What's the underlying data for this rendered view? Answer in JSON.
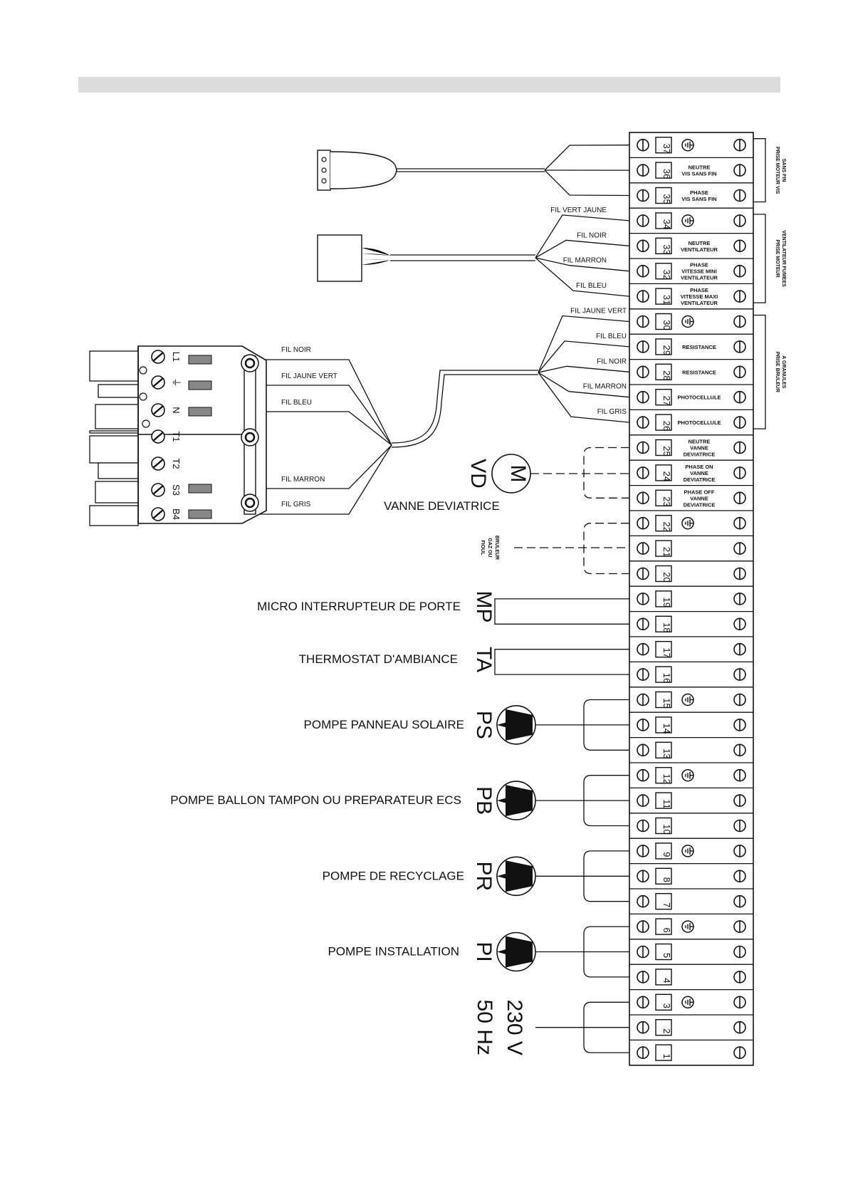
{
  "terminals": [
    {
      "n": "37",
      "earth": true,
      "desc": []
    },
    {
      "n": "36",
      "earth": false,
      "desc": [
        "NEUTRE",
        "VIS SANS FIN"
      ]
    },
    {
      "n": "35",
      "earth": false,
      "desc": [
        "PHASE",
        "VIS SANS FIN"
      ]
    },
    {
      "n": "34",
      "earth": true,
      "desc": []
    },
    {
      "n": "33",
      "earth": false,
      "desc": [
        "NEUTRE",
        "VENTILATEUR"
      ]
    },
    {
      "n": "32",
      "earth": false,
      "desc": [
        "PHASE",
        "VITESSE MINI",
        "VENTILATEUR"
      ]
    },
    {
      "n": "31",
      "earth": false,
      "desc": [
        "PHASE",
        "VITESSE MAXI",
        "VENTILATEUR"
      ]
    },
    {
      "n": "30",
      "earth": true,
      "desc": []
    },
    {
      "n": "29",
      "earth": false,
      "desc": [
        "RESISTANCE"
      ]
    },
    {
      "n": "28",
      "earth": false,
      "desc": [
        "RESISTANCE"
      ]
    },
    {
      "n": "27",
      "earth": false,
      "desc": [
        "PHOTOCELLULE"
      ]
    },
    {
      "n": "26",
      "earth": false,
      "desc": [
        "PHOTOCELLULE"
      ]
    },
    {
      "n": "25",
      "earth": false,
      "desc": [
        "NEUTRE",
        "VANNE",
        "DEVIATRICE"
      ]
    },
    {
      "n": "24",
      "earth": false,
      "desc": [
        "PHASE ON",
        "VANNE",
        "DEVIATRICE"
      ]
    },
    {
      "n": "23",
      "earth": false,
      "desc": [
        "PHASE OFF",
        "VANNE",
        "DEVIATRICE"
      ]
    },
    {
      "n": "22",
      "earth": true,
      "desc": []
    },
    {
      "n": "21",
      "earth": false,
      "desc": []
    },
    {
      "n": "20",
      "earth": false,
      "desc": []
    },
    {
      "n": "19",
      "earth": false,
      "desc": []
    },
    {
      "n": "18",
      "earth": false,
      "desc": []
    },
    {
      "n": "17",
      "earth": false,
      "desc": []
    },
    {
      "n": "16",
      "earth": false,
      "desc": []
    },
    {
      "n": "15",
      "earth": true,
      "desc": []
    },
    {
      "n": "14",
      "earth": false,
      "desc": []
    },
    {
      "n": "13",
      "earth": false,
      "desc": []
    },
    {
      "n": "12",
      "earth": true,
      "desc": []
    },
    {
      "n": "11",
      "earth": false,
      "desc": []
    },
    {
      "n": "10",
      "earth": false,
      "desc": []
    },
    {
      "n": "9",
      "earth": true,
      "desc": []
    },
    {
      "n": "8",
      "earth": false,
      "desc": []
    },
    {
      "n": "7",
      "earth": false,
      "desc": []
    },
    {
      "n": "6",
      "earth": true,
      "desc": []
    },
    {
      "n": "5",
      "earth": false,
      "desc": []
    },
    {
      "n": "4",
      "earth": false,
      "desc": []
    },
    {
      "n": "3",
      "earth": true,
      "desc": []
    },
    {
      "n": "2",
      "earth": false,
      "desc": []
    },
    {
      "n": "1",
      "earth": false,
      "desc": []
    }
  ],
  "side_labels": {
    "vis": [
      "PRISE MOTEUR VIS",
      "SANS FIN"
    ],
    "vent": [
      "PRISE MOTEUR",
      "VENTILATEUR FUMEES"
    ],
    "bruleur": [
      "PRISE BRULEUR",
      "A GRANULES"
    ]
  },
  "wires": {
    "vent": [
      "FIL VERT JAUNE",
      "FIL NOIR",
      "FIL MARRON",
      "FIL BLEU"
    ],
    "bruleur": [
      "FIL JAUNE VERT",
      "FIL BLEU",
      "FIL NOIR",
      "FIL MARRON",
      "FIL GRIS"
    ],
    "plug": [
      "FIL NOIR",
      "FIL JAUNE VERT",
      "FIL BLEU",
      "FIL MARRON",
      "FIL GRIS"
    ]
  },
  "plug_pins": [
    "L1",
    "⏚",
    "N",
    "T1",
    "T2",
    "S3",
    "B4"
  ],
  "motor": {
    "symbol": "M",
    "code": "VD",
    "label": "VANNE DEVIATRICE"
  },
  "burner": [
    "BRULEUR",
    "GAZ OU",
    "FIOUL"
  ],
  "devices": [
    {
      "code": "MP",
      "label": "MICRO INTERRUPTEUR DE PORTE"
    },
    {
      "code": "TA",
      "label": "THERMOSTAT D'AMBIANCE"
    },
    {
      "code": "PS",
      "label": "POMPE PANNEAU SOLAIRE"
    },
    {
      "code": "PB",
      "label": "POMPE BALLON TAMPON OU PREPARATEUR ECS"
    },
    {
      "code": "PR",
      "label": "POMPE DE RECYCLAGE"
    },
    {
      "code": "PI",
      "label": "POMPE INSTALLATION"
    }
  ],
  "power": [
    "230 V",
    "50 Hz"
  ]
}
